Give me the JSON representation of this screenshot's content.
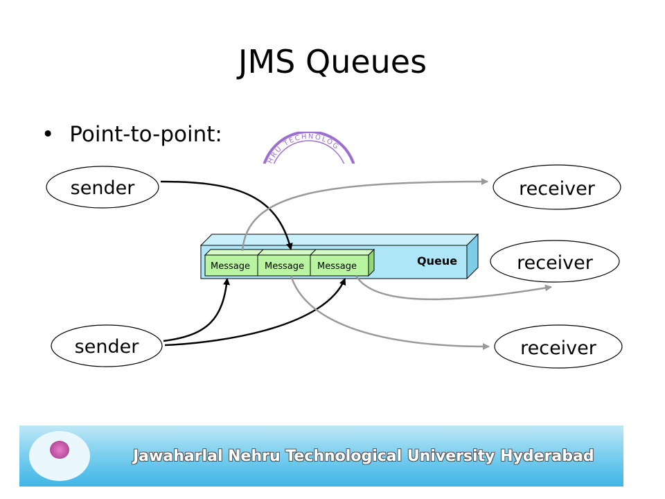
{
  "slide": {
    "title": "JMS Queues",
    "bullet": "Point-to-point:"
  },
  "diagram": {
    "senders": [
      "sender",
      "sender"
    ],
    "receivers": [
      "receiver",
      "receiver",
      "receiver"
    ],
    "queue_label": "Queue",
    "messages": [
      "Message",
      "Message",
      "Message"
    ],
    "watermark_text": "HRU TECHNOLOG"
  },
  "footer": {
    "text": "Jawaharlal Nehru Technological University Hyderabad"
  },
  "colors": {
    "queue_fill": "#aee6f7",
    "message_fill": "#b9f5a0",
    "send_arrow": "#000000",
    "receive_arrow": "#999999",
    "footer_accent": "#3fb5e6"
  }
}
